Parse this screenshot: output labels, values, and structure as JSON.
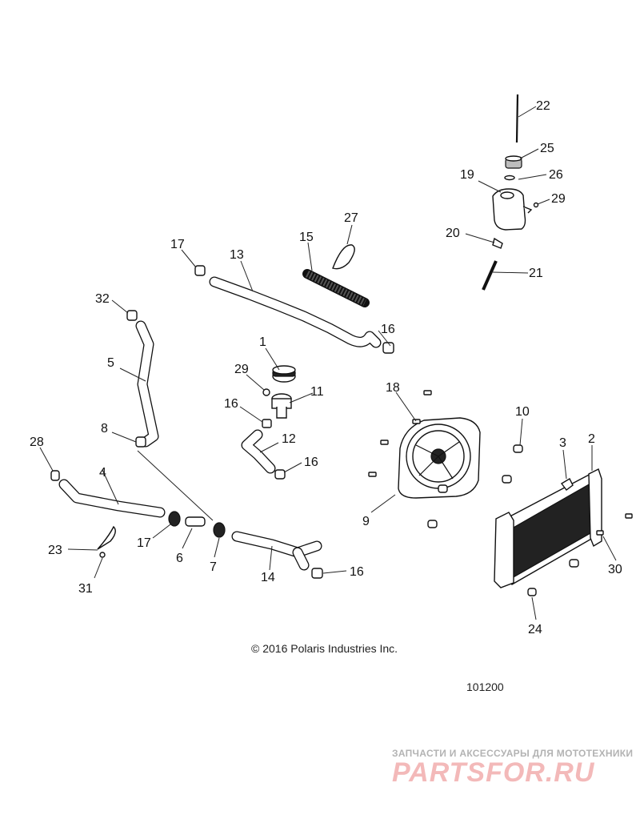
{
  "copyright": "© 2016 Polaris Industries Inc.",
  "diagram_id": "101200",
  "watermark": {
    "tagline": "ЗАПЧАСТИ И АКСЕССУАРЫ ДЛЯ МОТОТЕХНИКИ",
    "logo": "PARTSFOR.RU"
  },
  "callouts": {
    "c1": "1",
    "c2": "2",
    "c3": "3",
    "c4": "4",
    "c5": "5",
    "c6": "6",
    "c7": "7",
    "c8": "8",
    "c9": "9",
    "c10": "10",
    "c11": "11",
    "c12": "12",
    "c13": "13",
    "c14": "14",
    "c15": "15",
    "c16a": "16",
    "c16b": "16",
    "c16c": "16",
    "c16d": "16",
    "c17a": "17",
    "c17b": "17",
    "c18": "18",
    "c19": "19",
    "c20": "20",
    "c21": "21",
    "c22": "22",
    "c23": "23",
    "c24": "24",
    "c25": "25",
    "c26": "26",
    "c27": "27",
    "c28": "28",
    "c29a": "29",
    "c29b": "29",
    "c30": "30",
    "c31": "31",
    "c32": "32"
  }
}
